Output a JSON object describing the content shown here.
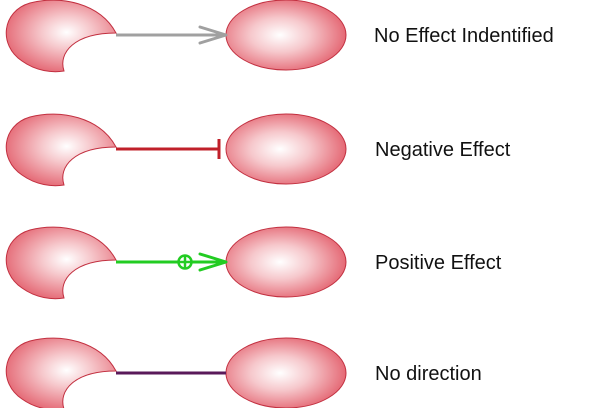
{
  "legend": {
    "rows": [
      {
        "label": "No Effect Indentified",
        "edge": "arrow",
        "color": "#a0a0a0"
      },
      {
        "label": "Negative Effect",
        "edge": "bar",
        "color": "#c0202a"
      },
      {
        "label": "Positive Effect",
        "edge": "plus-arrow",
        "color": "#22cc22"
      },
      {
        "label": "No direction",
        "edge": "line",
        "color": "#5a1a5a"
      }
    ]
  },
  "colors": {
    "node_fill_outer": "#dc3a4a",
    "node_fill_inner": "#ffffff",
    "node_stroke": "#c23040"
  }
}
